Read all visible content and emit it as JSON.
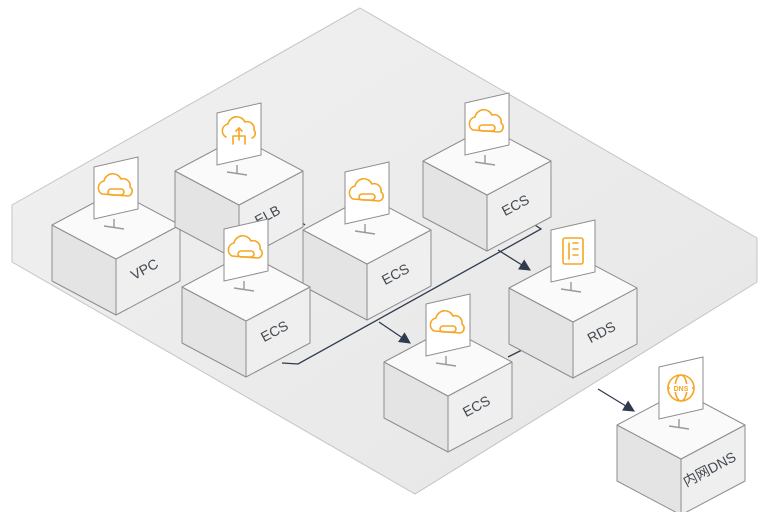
{
  "accent": "#f5a623",
  "nodes": [
    {
      "id": "vpc",
      "label": "VPC",
      "icon": "vpc-cloud-icon"
    },
    {
      "id": "elb",
      "label": "ELB",
      "icon": "load-balancer-icon"
    },
    {
      "id": "ecs_c",
      "label": "ECS",
      "icon": "cloud-server-icon"
    },
    {
      "id": "ecs_tr",
      "label": "ECS",
      "icon": "cloud-server-icon"
    },
    {
      "id": "ecs_l",
      "label": "ECS",
      "icon": "cloud-server-icon"
    },
    {
      "id": "ecs_b",
      "label": "ECS",
      "icon": "cloud-server-icon"
    },
    {
      "id": "rds",
      "label": "RDS",
      "icon": "database-icon"
    },
    {
      "id": "dns",
      "label": "内网DNS",
      "icon": "dns-globe-icon"
    }
  ]
}
